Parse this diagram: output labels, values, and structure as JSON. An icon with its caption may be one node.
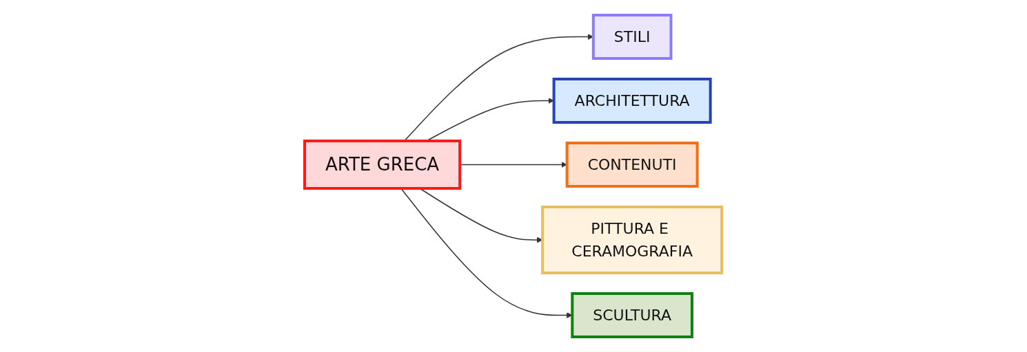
{
  "diagram": {
    "nodes": [
      {
        "text": [
          "ARTE GRECA"
        ]
      },
      {
        "text": [
          "STILI"
        ]
      },
      {
        "text": [
          "ARCHITETTURA"
        ]
      },
      {
        "text": [
          "CONTENUTI"
        ]
      },
      {
        "text": [
          "PITTURA E CERAMOGRAFIA"
        ]
      },
      {
        "text": [
          "SCULTURA"
        ]
      }
    ],
    "edges": [
      {
        "from": 0,
        "to": 1,
        "arrow": "to"
      },
      {
        "from": 0,
        "to": 2,
        "arrow": "to"
      },
      {
        "from": 0,
        "to": 3,
        "arrow": "to"
      },
      {
        "from": 0,
        "to": 4,
        "arrow": "to"
      },
      {
        "from": 0,
        "to": 5,
        "arrow": "to"
      }
    ]
  }
}
